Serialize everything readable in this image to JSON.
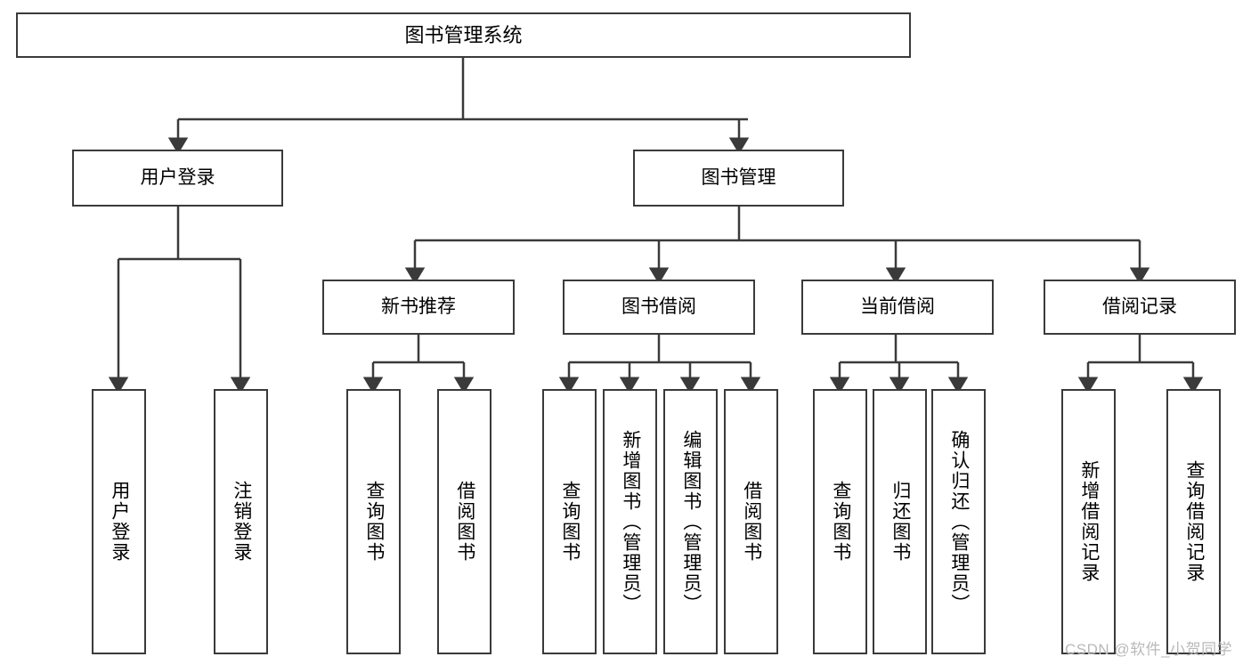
{
  "diagram": {
    "title": "图书管理系统",
    "type": "hierarchy-tree",
    "colors": {
      "background": "#ffffff",
      "box_stroke": "#3a3a3a",
      "box_fill": "#ffffff",
      "text": "#000000",
      "watermark": "#b9b9b9"
    },
    "levels": {
      "root": {
        "label": "图书管理系统"
      },
      "level2": [
        {
          "label": "用户登录"
        },
        {
          "label": "图书管理"
        }
      ],
      "level3": [
        {
          "label": "新书推荐"
        },
        {
          "label": "图书借阅"
        },
        {
          "label": "当前借阅"
        },
        {
          "label": "借阅记录"
        }
      ],
      "leaves": {
        "user_login": [
          {
            "label": "用户登录"
          },
          {
            "label": "注销登录"
          }
        ],
        "new_book_recommend": [
          {
            "label": "查询图书"
          },
          {
            "label": "借阅图书"
          }
        ],
        "book_borrow": [
          {
            "label": "查询图书"
          },
          {
            "label": "新增图书（管理员）"
          },
          {
            "label": "编辑图书（管理员）"
          },
          {
            "label": "借阅图书"
          }
        ],
        "current_borrow": [
          {
            "label": "查询图书"
          },
          {
            "label": "归还图书"
          },
          {
            "label": "确认归还（管理员）"
          }
        ],
        "borrow_record": [
          {
            "label": "新增借阅记录"
          },
          {
            "label": "查询借阅记录"
          }
        ]
      }
    }
  },
  "watermark": {
    "text": "CSDN @软件_小贺同学"
  }
}
